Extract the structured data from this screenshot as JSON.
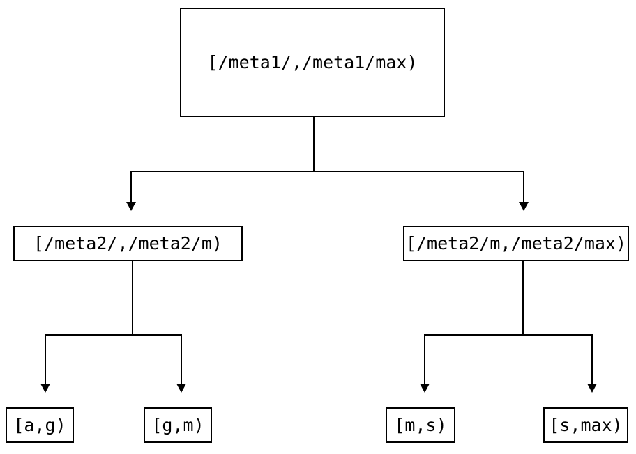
{
  "diagram": {
    "type": "tree",
    "title": "",
    "background_color": "#ffffff",
    "stroke_color": "#000000",
    "nodes": {
      "root": {
        "label": "[/meta1/,/meta1/max)",
        "level": 0
      },
      "level2_left": {
        "label": "[/meta2/,/meta2/m)",
        "level": 1
      },
      "level2_right": {
        "label": "[/meta2/m,/meta2/max)",
        "level": 1
      },
      "leaf_a_g": {
        "label": "[a,g)",
        "level": 2
      },
      "leaf_g_m": {
        "label": "[g,m)",
        "level": 2
      },
      "leaf_m_s": {
        "label": "[m,s)",
        "level": 2
      },
      "leaf_s_max": {
        "label": "[s,max)",
        "level": 2
      }
    },
    "edges": [
      {
        "from": "root",
        "to": "level2_left",
        "arrow": "down-triangle"
      },
      {
        "from": "root",
        "to": "level2_right",
        "arrow": "down-triangle"
      },
      {
        "from": "level2_left",
        "to": "leaf_a_g",
        "arrow": "down-triangle"
      },
      {
        "from": "level2_left",
        "to": "leaf_g_m",
        "arrow": "down-triangle"
      },
      {
        "from": "level2_right",
        "to": "leaf_m_s",
        "arrow": "down-triangle"
      },
      {
        "from": "level2_right",
        "to": "leaf_s_max",
        "arrow": "down-triangle"
      }
    ]
  }
}
